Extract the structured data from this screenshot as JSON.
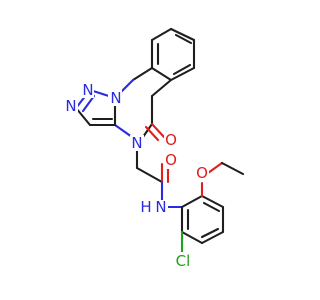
{
  "colors": {
    "background": "#ffffff",
    "carbon_bond": "#1f1f1f",
    "nitrogen": "#2b2be0",
    "oxygen": "#e01f1f",
    "chlorine": "#1fa31f"
  },
  "atoms": {
    "n_triazole_1": "N",
    "n_triazole_2": "N",
    "n_triazole_3": "N",
    "n_ring": "N",
    "o_quinazolinone": "O",
    "o_amide": "O",
    "n_amide": "N",
    "h_amide": "H",
    "o_methoxy": "O",
    "cl": "Cl"
  }
}
